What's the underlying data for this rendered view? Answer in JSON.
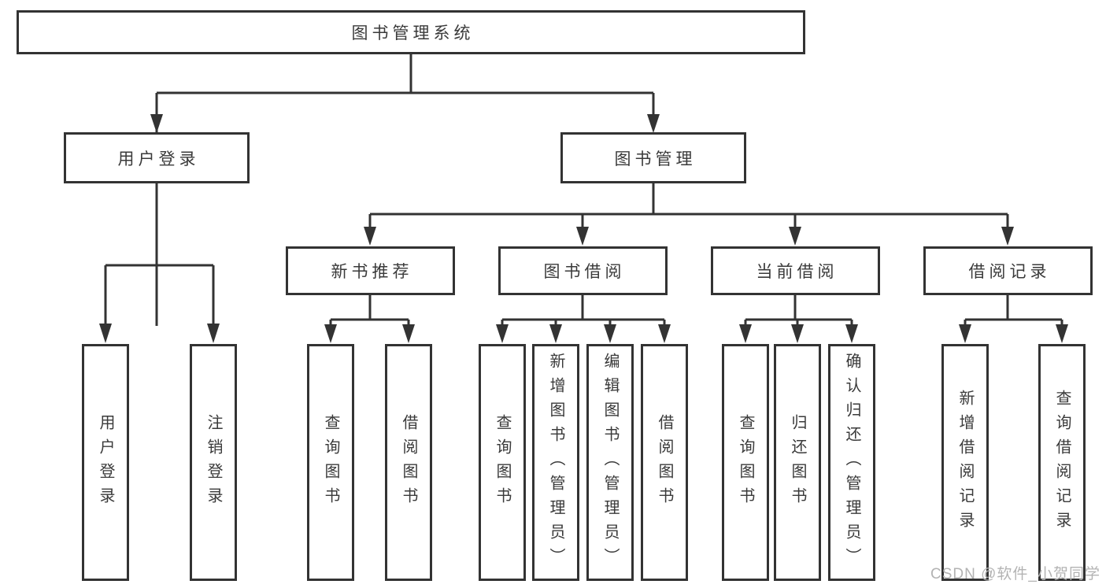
{
  "colors": {
    "line": "#333333",
    "text": "#3a3a3a",
    "watermark": "#b3b3b3",
    "background": "#ffffff"
  },
  "diagram": {
    "root": {
      "label": "图书管理系统"
    },
    "branches": [
      {
        "label": "用户登录",
        "children": [
          {
            "label": "用户登录"
          },
          {
            "label": "注销登录"
          }
        ]
      },
      {
        "label": "图书管理",
        "children": [
          {
            "label": "新书推荐",
            "children": [
              {
                "label": "查询图书"
              },
              {
                "label": "借阅图书"
              }
            ]
          },
          {
            "label": "图书借阅",
            "children": [
              {
                "label": "查询图书"
              },
              {
                "label": "新增图书（管理员）"
              },
              {
                "label": "编辑图书（管理员）"
              },
              {
                "label": "借阅图书"
              }
            ]
          },
          {
            "label": "当前借阅",
            "children": [
              {
                "label": "查询图书"
              },
              {
                "label": "归还图书"
              },
              {
                "label": "确认归还（管理员）"
              }
            ]
          },
          {
            "label": "借阅记录",
            "children": [
              {
                "label": "新增借阅记录"
              },
              {
                "label": "查询借阅记录"
              }
            ]
          }
        ]
      }
    ]
  },
  "watermark": {
    "text": "CSDN @软件_小贺同学"
  }
}
